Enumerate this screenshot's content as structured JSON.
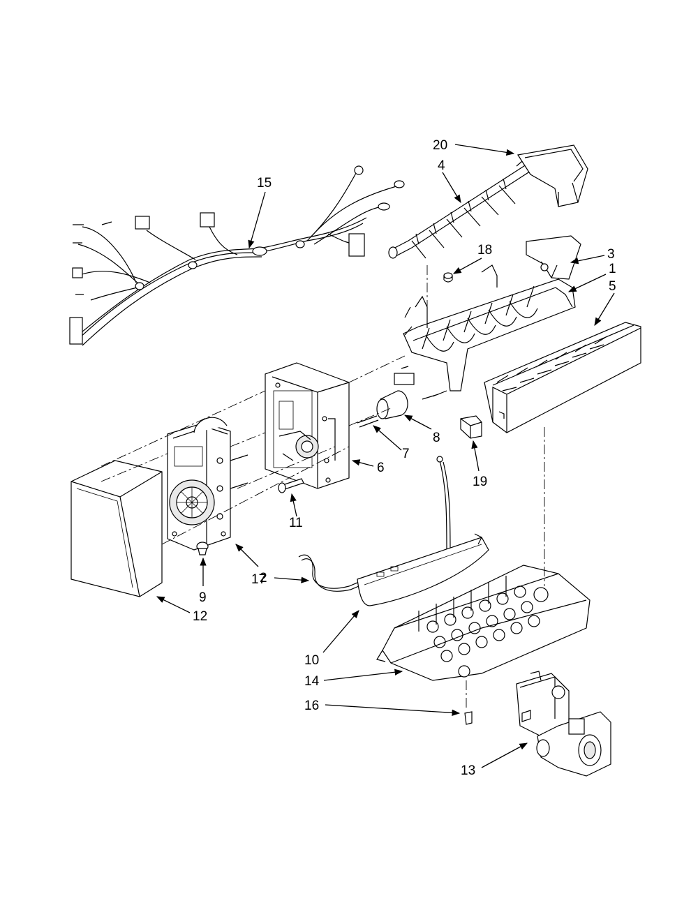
{
  "labels": {
    "p1": "1",
    "p2": "2",
    "p3": "3",
    "p4": "4",
    "p5": "5",
    "p6": "6",
    "p7": "7",
    "p8": "8",
    "p9": "9",
    "p10": "10",
    "p11": "11",
    "p12": "12",
    "p13": "13",
    "p14": "14",
    "p15": "15",
    "p16": "16",
    "p17": "17",
    "p18": "18",
    "p19": "19",
    "p20": "20"
  },
  "colors": {
    "line": "#000000",
    "background": "#ffffff"
  }
}
